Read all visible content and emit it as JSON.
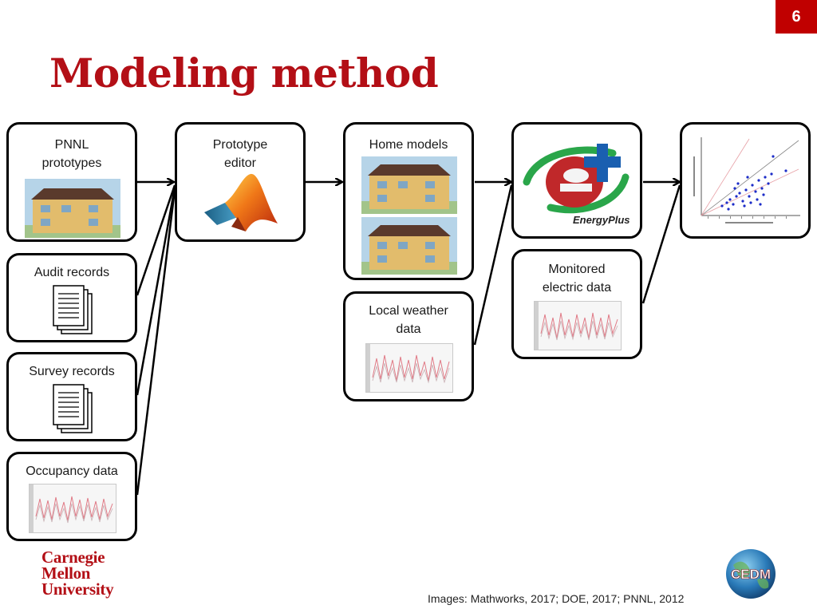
{
  "page_number": "6",
  "title": "Modeling method",
  "boxes": {
    "pnnl": "PNNL\nprototypes",
    "audit": "Audit records",
    "survey": "Survey records",
    "occupancy": "Occupancy data",
    "editor": "Prototype\neditor",
    "home": "Home models",
    "weather": "Local weather\ndata",
    "energyplus_logo": "EnergyPlus",
    "monitored": "Monitored\nelectric data"
  },
  "logos": {
    "cmu": [
      "Carnegie",
      "Mellon",
      "University"
    ],
    "cedm": "CEDM"
  },
  "credits": "Images: Mathworks, 2017; DOE, 2017; PNNL, 2012",
  "colors": {
    "accent_red": "#c00000",
    "title_red": "#b30f16",
    "box_border": "#000000"
  }
}
